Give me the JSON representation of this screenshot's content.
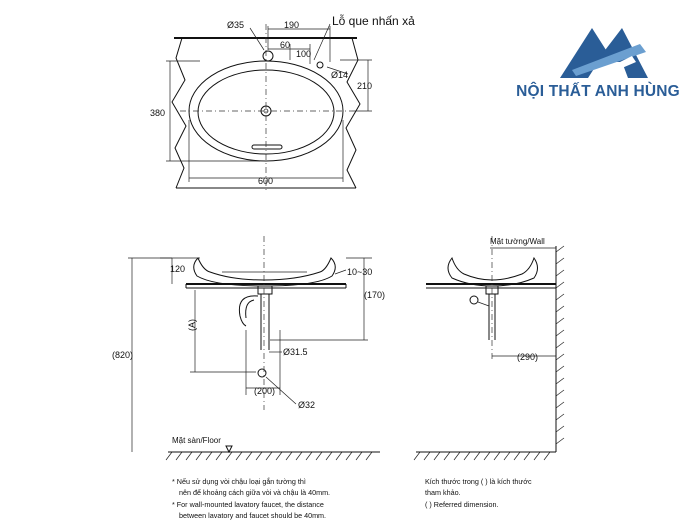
{
  "brand": {
    "name": "NỘI THẤT ANH HÙNG",
    "colors": {
      "primary": "#2a5d97",
      "accent": "#6b9fd0"
    },
    "logo_icon": "anh-hung-logo-icon"
  },
  "top_view": {
    "callout": "Lỗ que nhấn xả",
    "dims": {
      "hole_dia": "Ø35",
      "width_190": "190",
      "dim_60": "60",
      "dim_100": "100",
      "overflow_dia": "Ø14",
      "depth_210": "210",
      "height_380": "380",
      "width_600": "600"
    }
  },
  "front_view": {
    "dims": {
      "rim_120": "120",
      "rim_range": "10~30",
      "dim_170": "(170)",
      "dim_820": "(820)",
      "dim_a": "(A)",
      "pipe_dia": "Ø31.5",
      "dim_200": "(200)",
      "outlet_dia": "Ø32"
    },
    "floor_label": "Mặt sàn/Floor"
  },
  "side_view": {
    "wall_label": "Mặt tường/Wall",
    "dim_290": "(290)"
  },
  "notes": {
    "left": [
      "* Nếu sử dụng vòi chậu loại gắn tường thì",
      "nên để khoảng cách giữa vòi và chậu là 40mm.",
      "* For wall-mounted lavatory faucet, the distance",
      "between lavatory and faucet should be 40mm."
    ],
    "right": [
      "Kích thước trong ( ) là kích thước",
      "tham khảo.",
      "( ) Referred dimension."
    ]
  }
}
